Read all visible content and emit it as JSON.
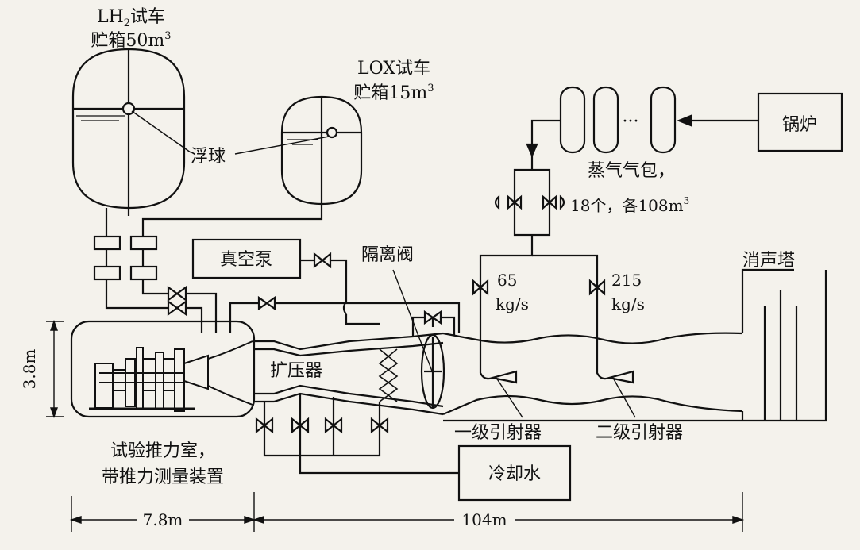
{
  "lh2_tank": {
    "line1_prefix": "LH",
    "line1_sub": "2",
    "line1_suffix": "试车",
    "line2": "贮箱50m",
    "line2_sup": "3"
  },
  "lox_tank": {
    "line1": "LOX试车",
    "line2": "贮箱15m",
    "line2_sup": "3"
  },
  "float_label": "浮球",
  "vacuum_pump": "真空泵",
  "isolation_valve": "隔离阀",
  "steam_drums": {
    "dots": "···",
    "line1": "蒸气气包，",
    "line2": "18个，各108m",
    "line2_sup": "3"
  },
  "boiler": "锅炉",
  "flow_65": {
    "value": "65",
    "unit": "kg/s"
  },
  "flow_215": {
    "value": "215",
    "unit": "kg/s"
  },
  "silencer_tower": "消声塔",
  "diffuser": "扩压器",
  "ejector1": "一级引射器",
  "ejector2": "二级引射器",
  "test_chamber": {
    "line1": "试验推力室，",
    "line2": "带推力测量装置"
  },
  "cooling_water": "冷却水",
  "dim_height": "3.8m",
  "dim_chamber_len": "7.8m",
  "dim_total_len": "104m"
}
